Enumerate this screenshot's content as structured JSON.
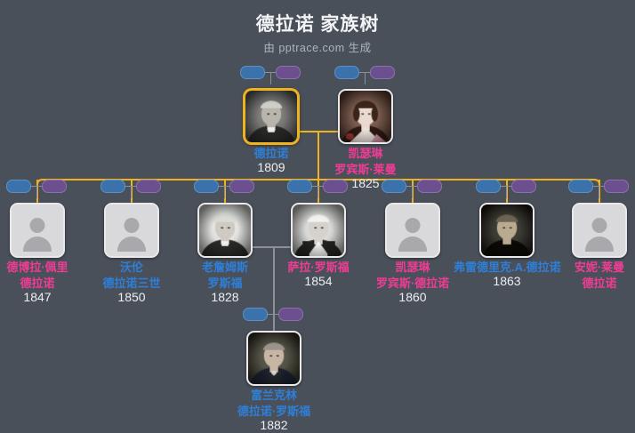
{
  "header": {
    "title": "德拉诺 家族树",
    "subtitle": "由 pptrace.com 生成"
  },
  "colors": {
    "background": "#4a505a",
    "male_name": "#2e7fd8",
    "female_name": "#ef3c94",
    "year_text": "#eceef1",
    "selected_border": "#efb220",
    "descent_line": "#efb220",
    "spouse_line": "#8b9099",
    "pill_blue": "#3b72ac",
    "pill_purple": "#6b4f8f"
  },
  "badges": {
    "blue_label": "",
    "purple_label": "",
    "blue_icon": "person-blue-pill-icon",
    "purple_icon": "person-purple-pill-icon"
  },
  "people": [
    {
      "id": "delano",
      "name_lines": [
        "德拉诺"
      ],
      "year": "1809",
      "gender": "m",
      "photo": "portrait",
      "selected": true,
      "generation": 1
    },
    {
      "id": "catherine-robbins-lyman",
      "name_lines": [
        "凯瑟琳",
        "罗宾斯·莱曼"
      ],
      "year": "1825",
      "gender": "f",
      "photo": "portrait",
      "selected": false,
      "generation": 1
    },
    {
      "id": "deborah-perry-delano",
      "name_lines": [
        "德博拉·佩里",
        "德拉诺"
      ],
      "year": "1847",
      "gender": "f",
      "photo": "placeholder",
      "selected": false,
      "generation": 2
    },
    {
      "id": "warren-delano-iii",
      "name_lines": [
        "沃伦",
        "德拉诺三世"
      ],
      "year": "1850",
      "gender": "m",
      "photo": "placeholder",
      "selected": false,
      "generation": 2
    },
    {
      "id": "james-roosevelt-sr",
      "name_lines": [
        "老詹姆斯",
        "罗斯福"
      ],
      "year": "1828",
      "gender": "m",
      "photo": "portrait",
      "selected": false,
      "generation": 2
    },
    {
      "id": "sara-roosevelt",
      "name_lines": [
        "萨拉·罗斯福"
      ],
      "year": "1854",
      "gender": "f",
      "photo": "portrait",
      "selected": false,
      "generation": 2
    },
    {
      "id": "catherine-robbins-delano",
      "name_lines": [
        "凯瑟琳",
        "罗宾斯·德拉诺"
      ],
      "year": "1860",
      "gender": "f",
      "photo": "placeholder",
      "selected": false,
      "generation": 2
    },
    {
      "id": "frederic-a-delano",
      "name_lines": [
        "弗雷德里克.A.德拉诺"
      ],
      "year": "1863",
      "gender": "m",
      "photo": "portrait",
      "selected": false,
      "generation": 2
    },
    {
      "id": "annie-lyman-delano",
      "name_lines": [
        "安妮·莱曼",
        "德拉诺"
      ],
      "year": "",
      "gender": "f",
      "photo": "placeholder",
      "selected": false,
      "generation": 2
    },
    {
      "id": "franklin-delano-roosevelt",
      "name_lines": [
        "富兰克林",
        "德拉诺·罗斯福"
      ],
      "year": "1882",
      "gender": "m",
      "photo": "portrait",
      "selected": false,
      "generation": 3
    }
  ]
}
